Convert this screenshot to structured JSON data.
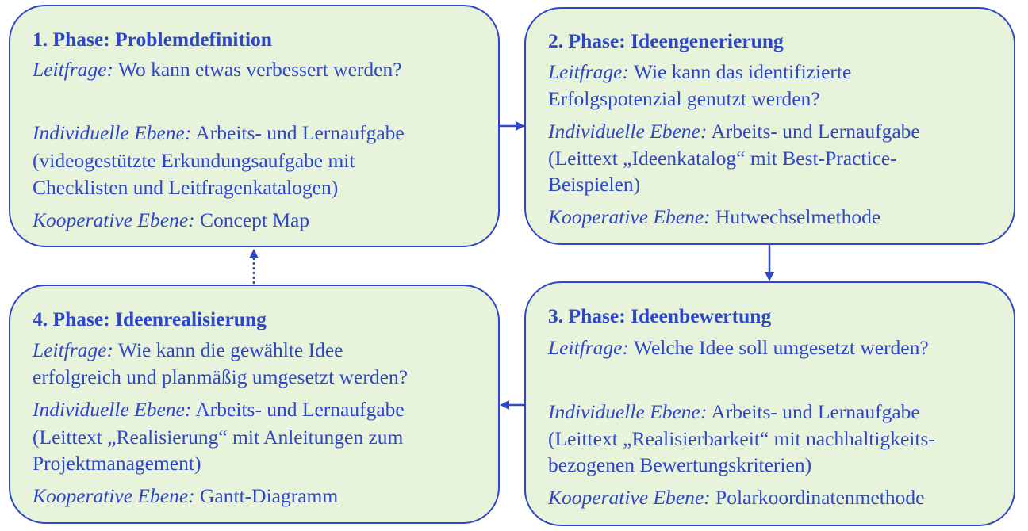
{
  "phase1": {
    "title": "1. Phase: Problemdefinition",
    "leitfrage_label": "Leitfrage:",
    "leitfrage_text": " Wo kann etwas verbessert werden?",
    "individuell_label": "Individuelle Ebene:",
    "individuell_text": " Arbeits- und Lernaufgabe",
    "individuell_line2": "(videogestützte Erkundungsaufgabe mit",
    "individuell_line3": "Checklisten und Leitfragenkatalogen)",
    "kooperativ_label": "Kooperative Ebene:",
    "kooperativ_text": " Concept Map"
  },
  "phase2": {
    "title": "2. Phase: Ideengenerierung",
    "leitfrage_label": "Leitfrage:",
    "leitfrage_text": " Wie kann das identifizierte",
    "leitfrage_line2": "Erfolgspotenzial genutzt werden?",
    "individuell_label": "Individuelle Ebene:",
    "individuell_text": " Arbeits- und Lernaufgabe",
    "individuell_line2": "(Leittext „Ideenkatalog“ mit Best-Practice-",
    "individuell_line3": "Beispielen)",
    "kooperativ_label": "Kooperative Ebene:",
    "kooperativ_text": " Hutwechselmethode"
  },
  "phase3": {
    "title": "3. Phase: Ideenbewertung",
    "leitfrage_label": "Leitfrage:",
    "leitfrage_text": " Welche Idee soll umgesetzt werden?",
    "individuell_label": "Individuelle Ebene:",
    "individuell_text": " Arbeits- und Lernaufgabe",
    "individuell_line2": "(Leittext „Realisierbarkeit“ mit nachhaltigkeits-",
    "individuell_line3": "bezogenen Bewertungskriterien)",
    "kooperativ_label": "Kooperative Ebene:",
    "kooperativ_text": " Polarkoordinatenmethode"
  },
  "phase4": {
    "title": "4. Phase: Ideenrealisierung",
    "leitfrage_label": "Leitfrage:",
    "leitfrage_text": " Wie kann die gewählte Idee",
    "leitfrage_line2": "erfolgreich und planmäßig umgesetzt werden?",
    "individuell_label": "Individuelle Ebene:",
    "individuell_text": " Arbeits- und Lernaufgabe",
    "individuell_line2": "(Leittext „Realisierung“ mit Anleitungen zum",
    "individuell_line3": "Projektmanagement)",
    "kooperativ_label": "Kooperative Ebene:",
    "kooperativ_text": " Gantt-Diagramm"
  },
  "colors": {
    "accent": "#2e47c8",
    "box_fill": "#e8f3dc"
  }
}
